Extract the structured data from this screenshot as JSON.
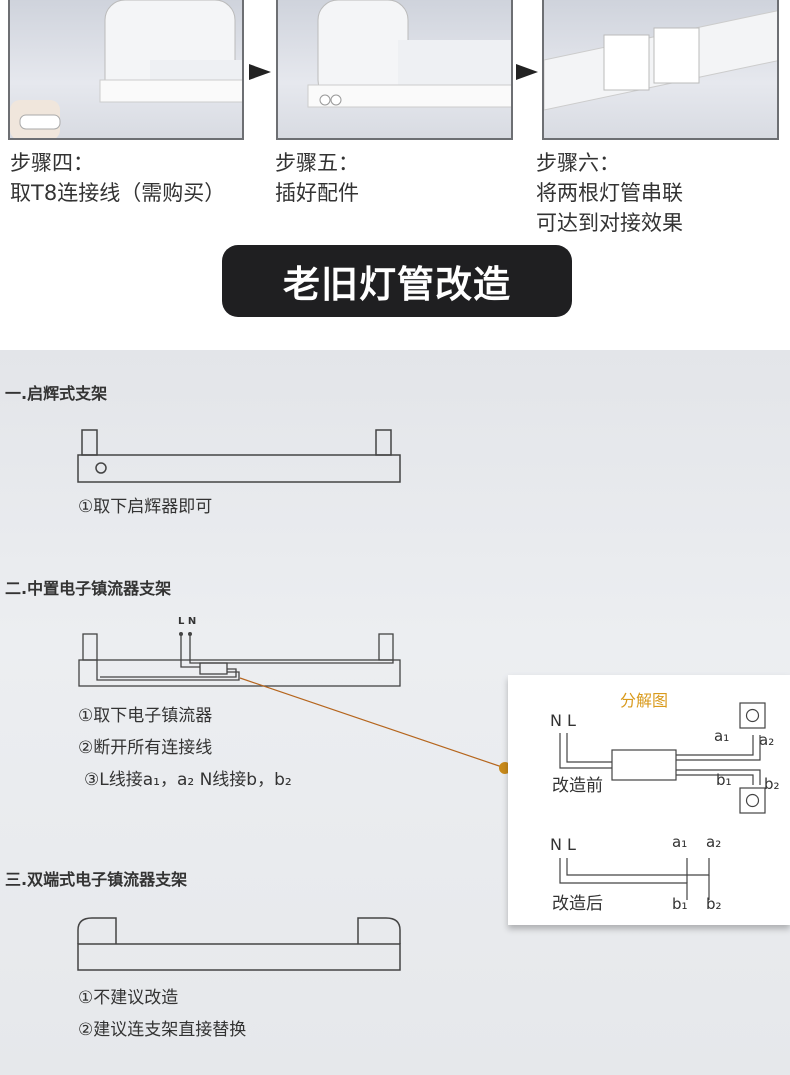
{
  "steps": [
    {
      "title": "步骤四：",
      "desc": "取T8连接线（需购买）"
    },
    {
      "title": "步骤五：",
      "desc": "插好配件"
    },
    {
      "title": "步骤六：",
      "desc": "将两根灯管串联",
      "desc2": "可达到对接效果"
    }
  ],
  "banner": "老旧灯管改造",
  "sections": [
    {
      "heading": "一.启辉式支架",
      "notes": [
        "①取下启辉器即可"
      ]
    },
    {
      "heading": "二.中置电子镇流器支架",
      "wire_label": "L N",
      "notes": [
        "①取下电子镇流器",
        "②断开所有连接线",
        "③L线接a₁，a₂  N线接b，b₂"
      ]
    },
    {
      "heading": "三.双端式电子镇流器支架",
      "notes": [
        "①不建议改造",
        "②建议连支架直接替换"
      ]
    }
  ],
  "inset": {
    "title": "分解图",
    "before_label": "改造前",
    "after_label": "改造后",
    "nl": "N L",
    "a1": "a₁",
    "a2": "a₂",
    "b1": "b₁",
    "b2": "b₂"
  },
  "colors": {
    "banner_bg": "#1f1f21",
    "inset_title": "#d99a1c",
    "leader_line": "#b5651d"
  }
}
